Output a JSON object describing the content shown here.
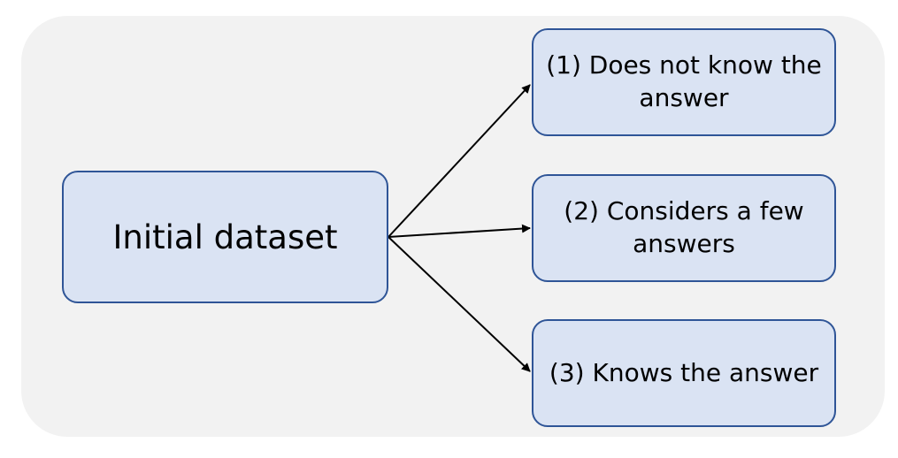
{
  "diagram": {
    "source": {
      "label": "Initial dataset"
    },
    "outcomes": [
      {
        "label": "(1) Does not know the answer"
      },
      {
        "label": "(2) Considers a few answers"
      },
      {
        "label": "(3) Knows the answer"
      }
    ]
  },
  "colors": {
    "panel_background": "#f2f2f2",
    "node_fill": "#dae3f3",
    "node_border": "#2f5597",
    "arrow": "#000000"
  }
}
